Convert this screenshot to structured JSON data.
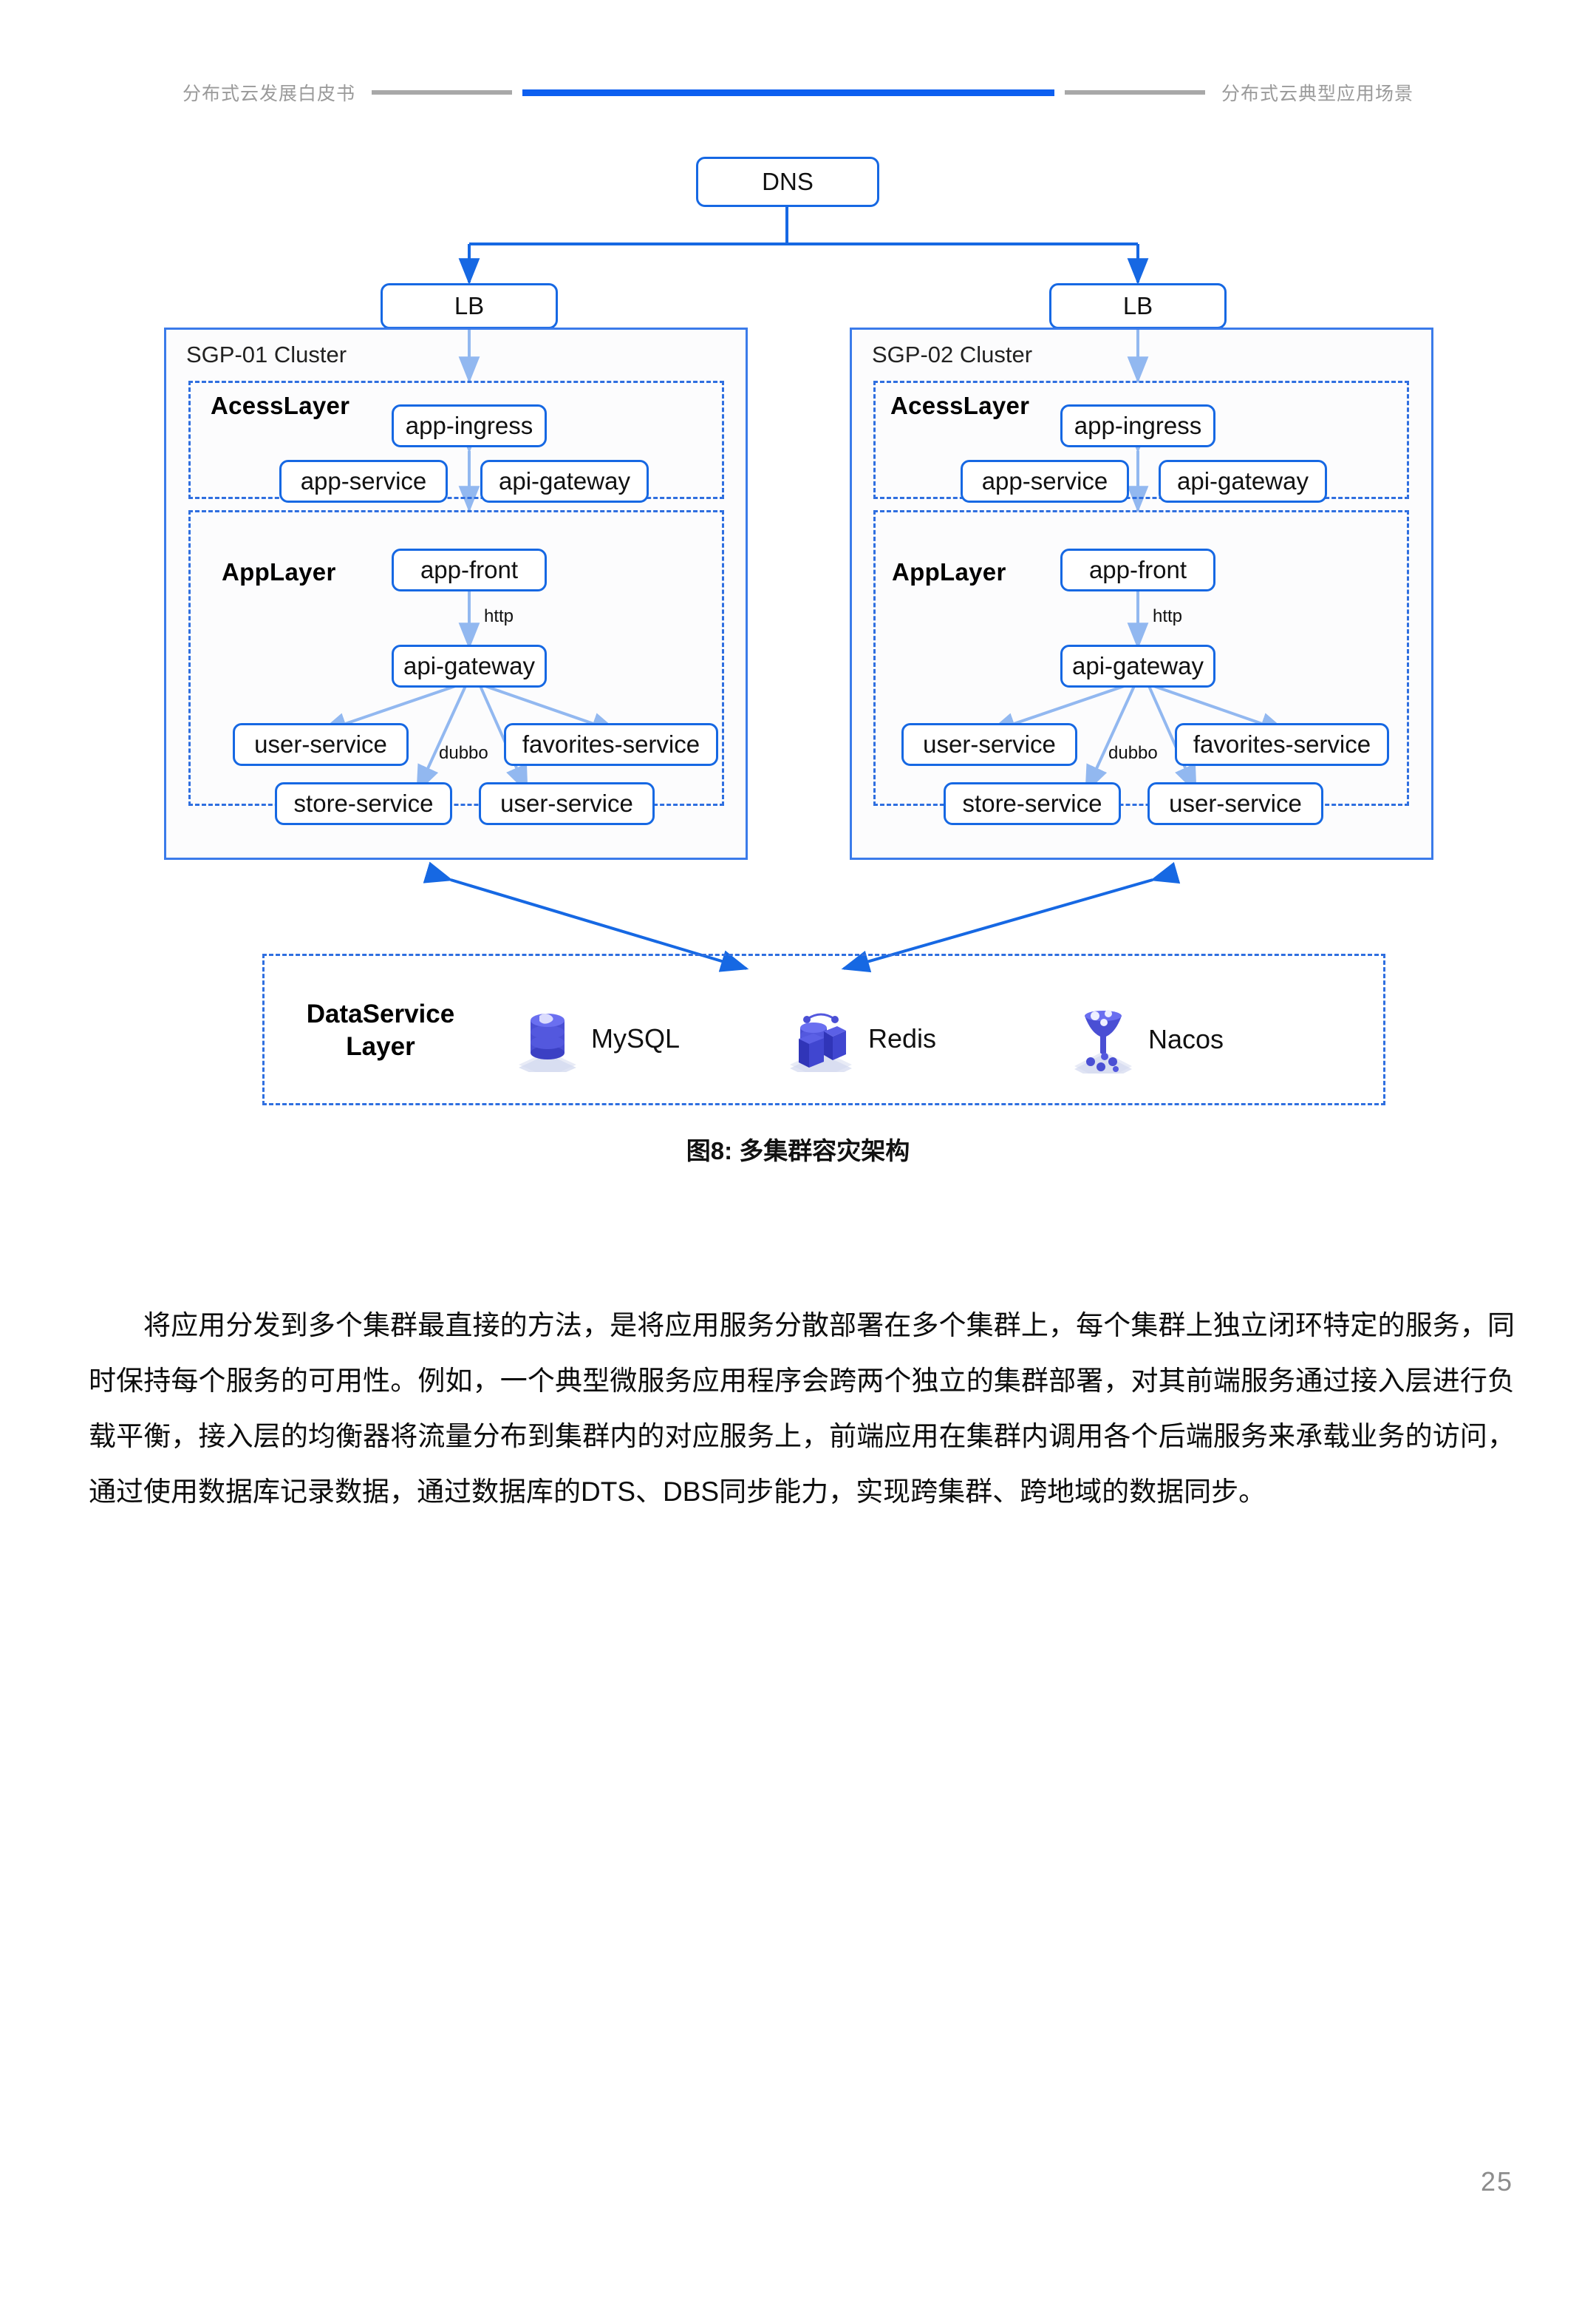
{
  "header": {
    "left_title": "分布式云发展白皮书",
    "right_title": "分布式云典型应用场景",
    "rule_blue_color": "#0d5ff0",
    "rule_grey_color": "#a8a8a8"
  },
  "diagram": {
    "accent_color": "#1668e3",
    "dns": "DNS",
    "lb_left": "LB",
    "lb_right": "LB",
    "clusters": [
      {
        "title": "SGP-01 Cluster",
        "access_layer": {
          "label": "AcessLayer",
          "nodes": [
            "app-ingress",
            "app-service",
            "api-gateway"
          ]
        },
        "app_layer": {
          "label": "AppLayer",
          "nodes": [
            "app-front",
            "api-gateway",
            "user-service",
            "favorites-service",
            "store-service",
            "user-service"
          ],
          "edge_labels": [
            "http",
            "dubbo"
          ]
        }
      },
      {
        "title": "SGP-02 Cluster",
        "access_layer": {
          "label": "AcessLayer",
          "nodes": [
            "app-ingress",
            "app-service",
            "api-gateway"
          ]
        },
        "app_layer": {
          "label": "AppLayer",
          "nodes": [
            "app-front",
            "api-gateway",
            "user-service",
            "favorites-service",
            "store-service",
            "user-service"
          ],
          "edge_labels": [
            "http",
            "dubbo"
          ]
        }
      }
    ],
    "data_service": {
      "label_line1": "DataService",
      "label_line2": "Layer",
      "items": [
        {
          "name": "MySQL",
          "icon": "database-cylinder-icon"
        },
        {
          "name": "Redis",
          "icon": "server-cluster-icon"
        },
        {
          "name": "Nacos",
          "icon": "funnel-icon"
        }
      ]
    }
  },
  "caption": "图8: 多集群容灾架构",
  "body": {
    "paragraph": "将应用分发到多个集群最直接的方法，是将应用服务分散部署在多个集群上，每个集群上独立闭环特定的服务，同时保持每个服务的可用性。例如，一个典型微服务应用程序会跨两个独立的集群部署，对其前端服务通过接入层进行负载平衡，接入层的均衡器将流量分布到集群内的对应服务上，前端应用在集群内调用各个后端服务来承载业务的访问，通过使用数据库记录数据，通过数据库的DTS、DBS同步能力，实现跨集群、跨地域的数据同步。"
  },
  "page_number": "25"
}
